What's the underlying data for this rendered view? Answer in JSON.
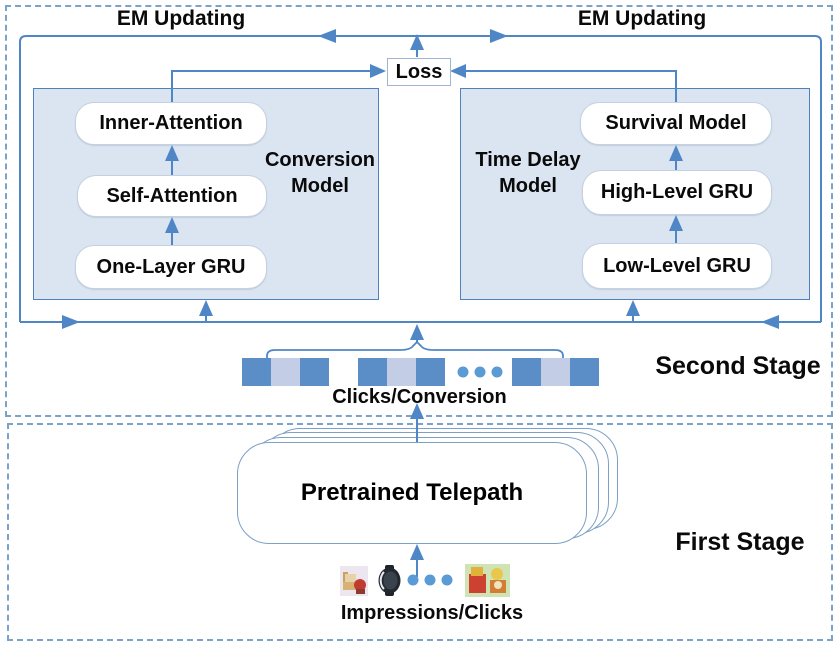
{
  "diagram": {
    "second_stage": {
      "label": "Second Stage",
      "em_updating_left": "EM Updating",
      "em_updating_right": "EM Updating",
      "loss_label": "Loss",
      "conversion_model": {
        "name_line1": "Conversion",
        "name_line2": "Model",
        "blocks": [
          "Inner-Attention",
          "Self-Attention",
          "One-Layer GRU"
        ]
      },
      "time_delay_model": {
        "name_line1": "Time Delay",
        "name_line2": "Model",
        "blocks": [
          "Survival Model",
          "High-Level GRU",
          "Low-Level GRU"
        ]
      },
      "sequence": {
        "label": "Clicks/Conversion",
        "cell_groups": [
          [
            "dark",
            "light",
            "dark"
          ],
          [
            "dark",
            "light",
            "dark"
          ],
          [
            "dark",
            "light",
            "dark"
          ]
        ],
        "ellipsis": "• • •"
      }
    },
    "first_stage": {
      "label": "First Stage",
      "model_label": "Pretrained Telepath",
      "stacked_model_copies": 4,
      "inputs_label": "Impressions/Clicks",
      "ellipsis": "• • •",
      "input_icons": [
        "furniture-product-image",
        "watch-product-image",
        "ellipsis-dots",
        "toys-product-image"
      ]
    },
    "colors": {
      "line_blue": "#4f86c6",
      "panel_fill": "#dbe5f1",
      "panel_border": "#4f81bd",
      "cell_dark": "#5b8dc7",
      "cell_light": "#c3cee6",
      "dashed_border": "#7ba2c8",
      "box_border": "#c3d1e0",
      "dot_blue": "#5b9bd5"
    }
  }
}
